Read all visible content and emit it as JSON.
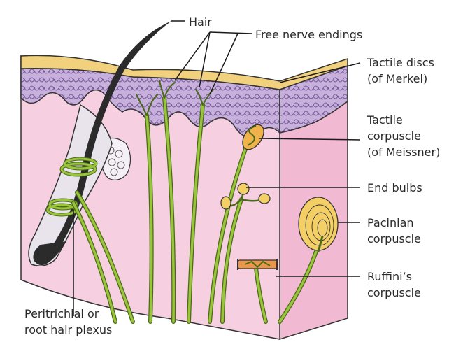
{
  "labels": {
    "hair": "Hair",
    "free_nerve_endings": "Free nerve endings",
    "tactile_discs": [
      "Tactile discs",
      "(of Merkel)"
    ],
    "tactile_corpuscle": [
      "Tactile",
      "corpuscle",
      "(of Meissner)"
    ],
    "end_bulbs": "End bulbs",
    "pacinian": [
      "Pacinian",
      "corpuscle"
    ],
    "ruffini": [
      "Ruffini’s",
      "corpuscle"
    ],
    "peritrichial": [
      "Peritrichial or",
      "root hair plexus"
    ]
  },
  "colors": {
    "dermis": "#f6cfe0",
    "dermis_side": "#f2b9d2",
    "epidermis": "#c7b0dc",
    "epidermis_cells": "#7a5c9a",
    "stratum_corneum": "#f1d07e",
    "nerve": "#9ac43a",
    "nerve_outline": "#4a6a1a",
    "hair": "#2b2b2b",
    "pacinian_fill": "#f3cf66",
    "ruffini_fill": "#e9964a",
    "leader_line": "#1a1a1a"
  },
  "icons": [
    "skin-cross-section",
    "hair-follicle",
    "sebaceous-gland",
    "meissner-corpuscle",
    "end-bulbs",
    "pacinian-corpuscle",
    "ruffini-corpuscle",
    "nerve-fibers"
  ]
}
